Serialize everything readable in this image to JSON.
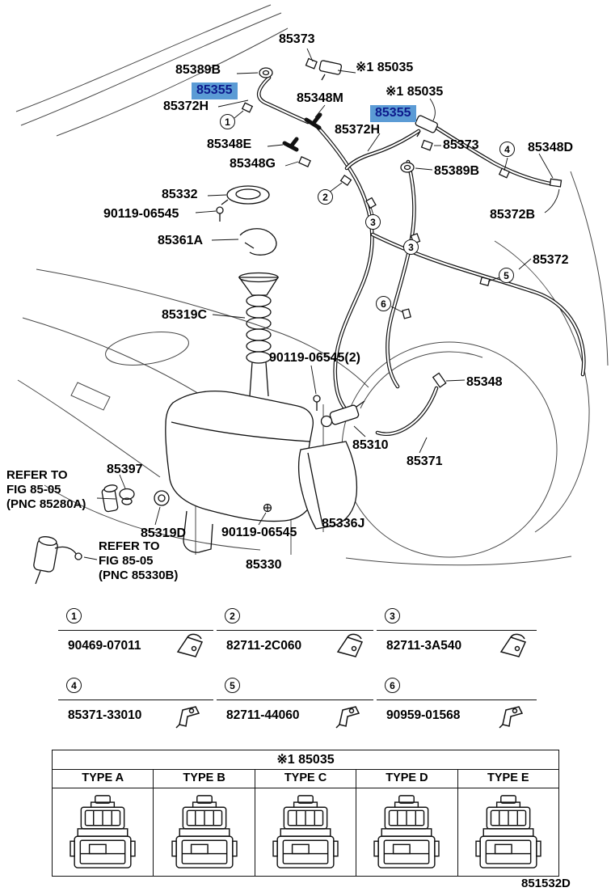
{
  "colors": {
    "highlight-bg": "#5b9bd5",
    "highlight-text": "#0d1a8c"
  },
  "footer_code": "851532D",
  "diagram": {
    "labels": [
      {
        "text": "85373"
      },
      {
        "text": "85389B"
      },
      {
        "text": "85355"
      },
      {
        "text": "85372H"
      },
      {
        "text": "85348M"
      },
      {
        "text": "※1 85035"
      },
      {
        "text": "※1 85035"
      },
      {
        "text": "85355"
      },
      {
        "text": "85372H"
      },
      {
        "text": "85348E"
      },
      {
        "text": "85348G"
      },
      {
        "text": "85373"
      },
      {
        "text": "85348D"
      },
      {
        "text": "85389B"
      },
      {
        "text": "85332"
      },
      {
        "text": "90119-06545"
      },
      {
        "text": "85372B"
      },
      {
        "text": "85361A"
      },
      {
        "text": "85372"
      },
      {
        "text": "85319C"
      },
      {
        "text": "90119-06545(2)"
      },
      {
        "text": "85348"
      },
      {
        "text": "85310"
      },
      {
        "text": "85371"
      },
      {
        "text": "85397"
      },
      {
        "text": "REFER TO\nFIG 85-05\n(PNC 85280A)"
      },
      {
        "text": "85319D"
      },
      {
        "text": "90119-06545"
      },
      {
        "text": "85336J"
      },
      {
        "text": "85330"
      },
      {
        "text": "REFER TO\nFIG 85-05\n(PNC 85330B)"
      }
    ],
    "callouts": [
      "1",
      "2",
      "3",
      "3",
      "4",
      "5",
      "6"
    ]
  },
  "ref_table": {
    "cells": [
      {
        "num": "1",
        "part": "90469-07011"
      },
      {
        "num": "2",
        "part": "82711-2C060"
      },
      {
        "num": "3",
        "part": "82711-3A540"
      },
      {
        "num": "4",
        "part": "85371-33010"
      },
      {
        "num": "5",
        "part": "82711-44060"
      },
      {
        "num": "6",
        "part": "90959-01568"
      }
    ]
  },
  "type_table": {
    "title": "※1 85035",
    "columns": [
      "TYPE A",
      "TYPE B",
      "TYPE C",
      "TYPE D",
      "TYPE E"
    ]
  }
}
